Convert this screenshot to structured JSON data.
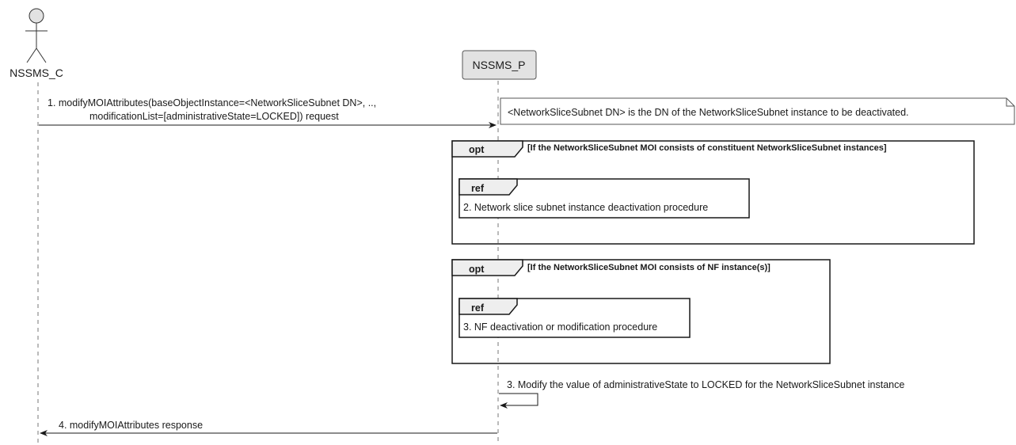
{
  "participants": {
    "consumer": "NSSMS_C",
    "producer": "NSSMS_P"
  },
  "messages": {
    "m1_line1": "1. modifyMOIAttributes(baseObjectInstance=<NetworkSliceSubnet DN>, ..,",
    "m1_line2": "modificationList=[administrativeState=LOCKED]) request",
    "m3": "3. Modify the value of administrativeState to LOCKED for the NetworkSliceSubnet instance",
    "m4": "4. modifyMOIAttributes response"
  },
  "note": {
    "text": "<NetworkSliceSubnet DN> is the DN of the NetworkSliceSubnet instance to be deactivated."
  },
  "fragments": [
    {
      "keyword": "opt",
      "condition": "[If the NetworkSliceSubnet MOI consists of constituent NetworkSliceSubnet instances]",
      "ref_keyword": "ref",
      "ref_text": "2. Network slice subnet instance deactivation procedure"
    },
    {
      "keyword": "opt",
      "condition": "[If the NetworkSliceSubnet MOI consists of NF instance(s)]",
      "ref_keyword": "ref",
      "ref_text": "3. NF deactivation or modification procedure"
    }
  ]
}
